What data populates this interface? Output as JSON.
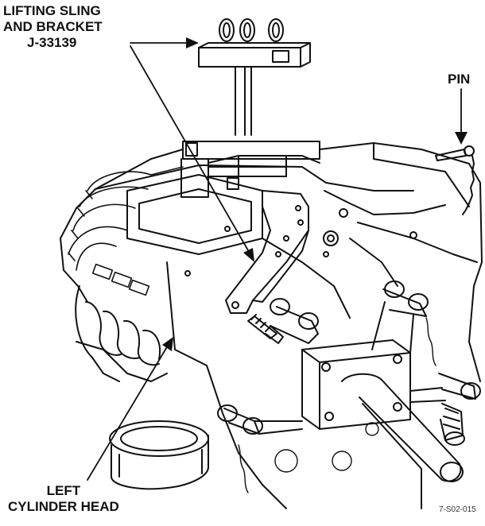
{
  "labels": {
    "sling_line1": "LIFTING SLING",
    "sling_line2": "AND BRACKET",
    "sling_line3": "J-33139",
    "pin": "PIN",
    "head_line1": "LEFT",
    "head_line2": "CYLINDER HEAD",
    "figure_code": "7-S02-015"
  },
  "colors": {
    "ink": "#111111",
    "paper": "#ffffff"
  }
}
